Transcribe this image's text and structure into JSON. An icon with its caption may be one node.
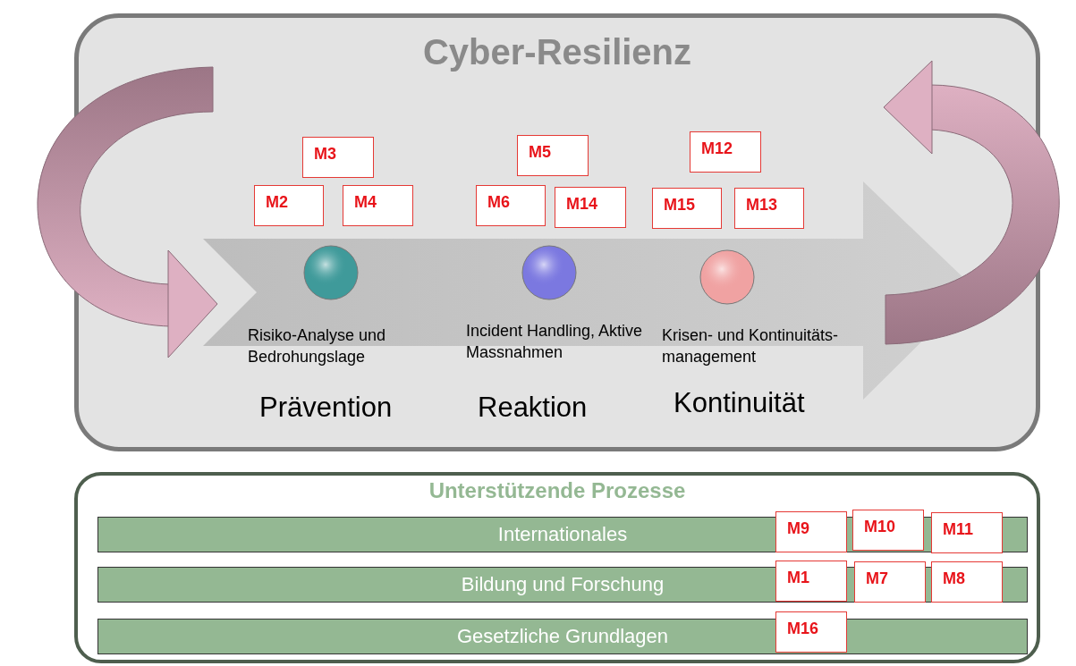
{
  "diagram": {
    "nodes": [
      {
        "text": [
          "Cyber-Resilienz"
        ]
      },
      {
        "text": [
          "M3"
        ],
        "in": 0
      },
      {
        "text": [
          "M2"
        ],
        "in": 0
      },
      {
        "text": [
          "M4"
        ],
        "in": 0
      },
      {
        "text": [],
        "shape": "circle",
        "in": 0,
        "beside": [
          "Risiko-Analyse und Bedrohungslage",
          "Prävention"
        ]
      },
      {
        "text": [
          "M5"
        ],
        "in": 0
      },
      {
        "text": [
          "M6"
        ],
        "in": 0
      },
      {
        "text": [
          "M14"
        ],
        "in": 0
      },
      {
        "text": [],
        "shape": "circle",
        "in": 0,
        "beside": [
          "Incident Handling, Aktive Massnahmen",
          "Reaktion"
        ]
      },
      {
        "text": [
          "M12"
        ],
        "in": 0
      },
      {
        "text": [
          "M15"
        ],
        "in": 0
      },
      {
        "text": [
          "M13"
        ],
        "in": 0
      },
      {
        "text": [],
        "shape": "circle",
        "in": 0,
        "beside": [
          "Krisen- und Kontinuitäts-management",
          "Kontinuität"
        ]
      },
      {
        "text": [
          "Unterstützende Prozesse"
        ]
      },
      {
        "text": [
          "Internationales"
        ],
        "in": 13
      },
      {
        "text": [
          "M9"
        ],
        "in": 13
      },
      {
        "text": [
          "M10"
        ],
        "in": 13
      },
      {
        "text": [
          "M11"
        ],
        "in": 13
      },
      {
        "text": [
          "Bildung und Forschung"
        ],
        "in": 13
      },
      {
        "text": [
          "M1"
        ],
        "in": 13
      },
      {
        "text": [
          "M7"
        ],
        "in": 13
      },
      {
        "text": [
          "M8"
        ],
        "in": 13
      },
      {
        "text": [
          "Gesetzliche Grundlagen"
        ],
        "in": 13
      },
      {
        "text": [
          "M16"
        ],
        "in": 13
      }
    ]
  }
}
